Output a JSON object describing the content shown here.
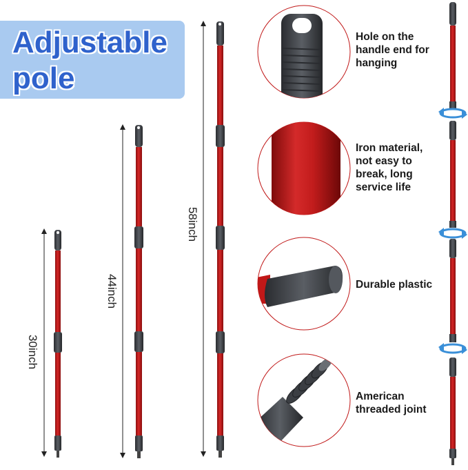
{
  "title": {
    "line1": "Adjustable",
    "line2": "pole"
  },
  "poles": [
    {
      "length_label": "30inch"
    },
    {
      "length_label": "44inch"
    },
    {
      "length_label": "58inch"
    }
  ],
  "features": [
    {
      "text": [
        "Hole on the",
        "handle end for",
        "hanging"
      ],
      "icon": "hanging-hole-closeup"
    },
    {
      "text": [
        "Iron material,",
        "not easy to",
        "break, long",
        "service life"
      ],
      "icon": "iron-tube-closeup"
    },
    {
      "text": [
        "Durable plastic"
      ],
      "icon": "plastic-grip-closeup"
    },
    {
      "text": [
        "American",
        "threaded joint"
      ],
      "icon": "threaded-joint-closeup"
    }
  ],
  "colors": {
    "pole_red": "#c01818",
    "grip_gray": "#3a3d42",
    "title_blue": "#2f62cc",
    "panel_blue": "#a9caf0",
    "rotate_arrow": "#3a8fd8"
  }
}
